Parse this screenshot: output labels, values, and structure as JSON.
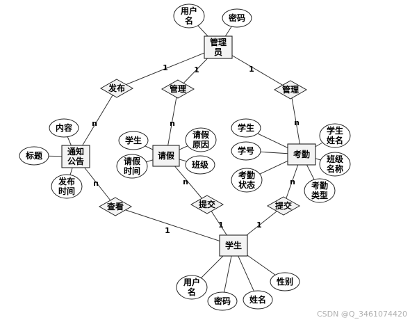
{
  "entities": {
    "admin": [
      "管理",
      "员"
    ],
    "notice": [
      "通知",
      "公告"
    ],
    "leave": [
      "请假"
    ],
    "attendance": [
      "考勤"
    ],
    "student": [
      "学生"
    ]
  },
  "relationships": {
    "publish": "发布",
    "manage_leave": "管理",
    "manage_attendance": "管理",
    "view": "查看",
    "submit_leave": "提交",
    "submit_attendance": "提交"
  },
  "attributes": {
    "admin_username": [
      "用户",
      "名"
    ],
    "admin_password": [
      "密码"
    ],
    "notice_content": [
      "内容"
    ],
    "notice_title": [
      "标题"
    ],
    "notice_time": [
      "发布",
      "时间"
    ],
    "leave_student": [
      "学生"
    ],
    "leave_time": [
      "请假",
      "时间"
    ],
    "leave_reason": [
      "请假",
      "原因"
    ],
    "leave_class": [
      "班级"
    ],
    "att_student": [
      "学生"
    ],
    "att_student_no": [
      "学号"
    ],
    "att_status": [
      "考勤",
      "状态"
    ],
    "att_student_name": [
      "学生",
      "姓名"
    ],
    "att_class_name": [
      "班级",
      "名称"
    ],
    "att_type": [
      "考勤",
      "类型"
    ],
    "stu_username": [
      "用户",
      "名"
    ],
    "stu_password": [
      "密码"
    ],
    "stu_name": [
      "姓名"
    ],
    "stu_gender": [
      "性别"
    ]
  },
  "cardinalities": {
    "admin_publish": "1",
    "publish_notice": "n",
    "admin_manage_leave": "1",
    "manage_leave": "n",
    "admin_manage_att": "1",
    "manage_att": "n",
    "notice_view": "n",
    "view_student": "1",
    "leave_submit": "n",
    "submit_leave_student": "1",
    "att_submit": "n",
    "submit_att_student": "1"
  },
  "watermark": "CSDN @Q_3461074420"
}
